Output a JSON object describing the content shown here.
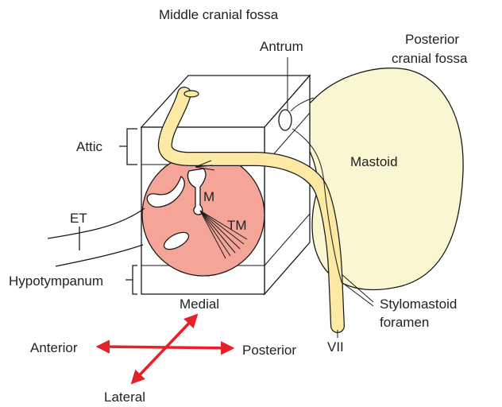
{
  "labels": {
    "middle_cranial_fossa": "Middle cranial fossa",
    "antrum": "Antrum",
    "posterior_cranial_fossa_line1": "Posterior",
    "posterior_cranial_fossa_line2": "cranial fossa",
    "mastoid": "Mastoid",
    "attic": "Attic",
    "malleus": "M",
    "tympanic_membrane": "TM",
    "eustachian_tube": "ET",
    "hypotympanum": "Hypotympanum",
    "medial": "Medial",
    "stylomastoid_line1": "Stylomastoid",
    "stylomastoid_line2": "foramen",
    "anterior": "Anterior",
    "posterior": "Posterior",
    "facial_nerve": "VII",
    "lateral": "Lateral"
  },
  "colors": {
    "tympanic_membrane_fill": "#f4a597",
    "mastoid_fill": "#fbf6d2",
    "facial_nerve_fill": "#fbe9a4",
    "orientation_arrows": "#e8202a",
    "line": "#1a1a1a"
  }
}
